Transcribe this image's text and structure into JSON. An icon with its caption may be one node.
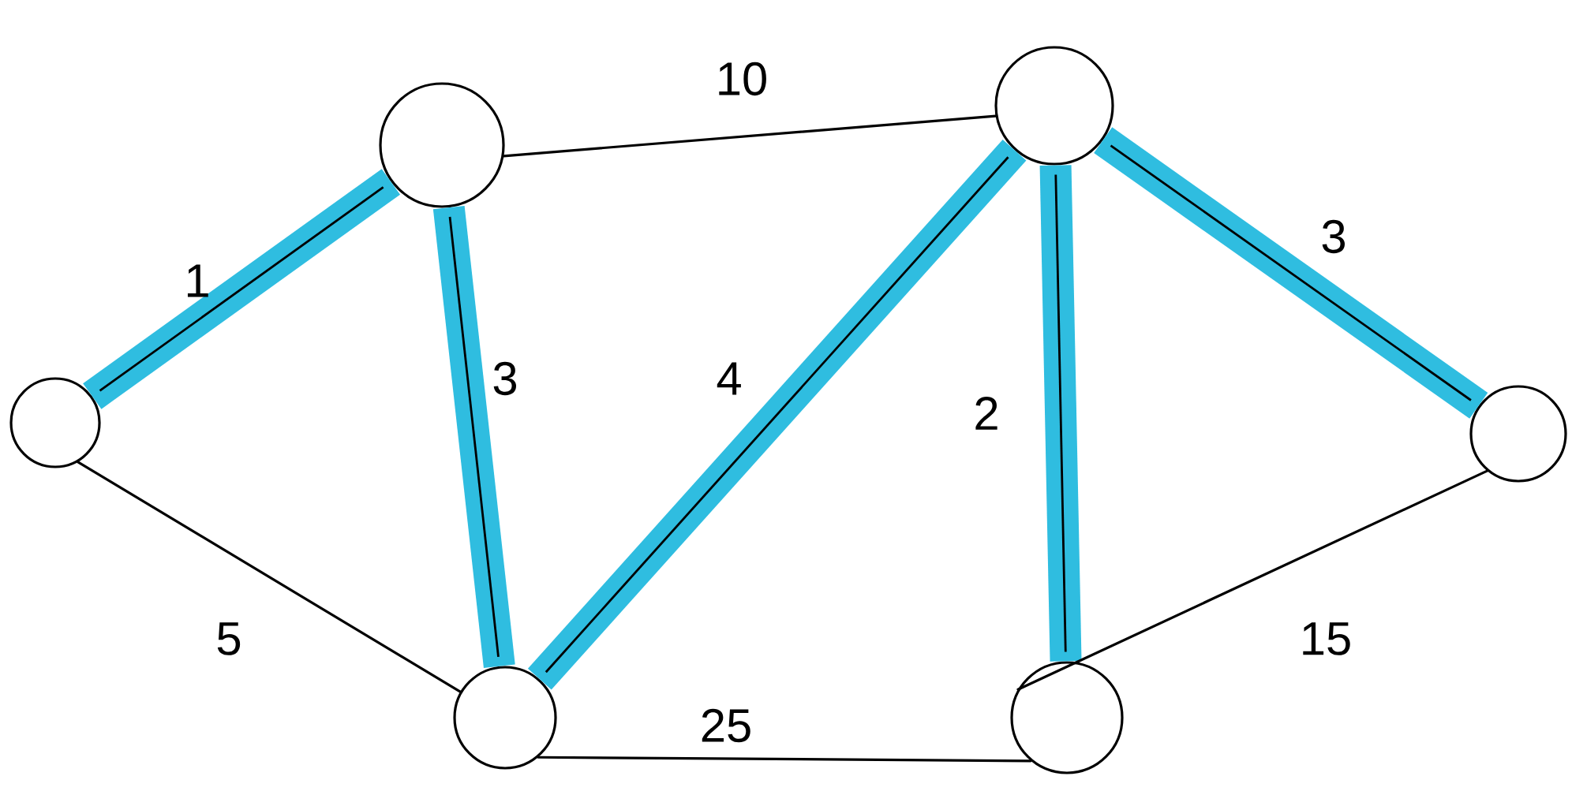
{
  "diagram": {
    "nodes": [
      {
        "text": [],
        "shape": "circle"
      },
      {
        "text": [],
        "shape": "circle"
      },
      {
        "text": [],
        "shape": "circle"
      },
      {
        "text": [],
        "shape": "circle"
      },
      {
        "text": [],
        "shape": "circle"
      },
      {
        "text": [],
        "shape": "circle"
      }
    ],
    "edges": [
      {
        "from": 0,
        "to": 1,
        "arrow": "none",
        "label": "1",
        "color": "#2fbde0"
      },
      {
        "from": 1,
        "to": 3,
        "arrow": "none",
        "label": "10",
        "color": "#000000"
      },
      {
        "from": 1,
        "to": 2,
        "arrow": "none",
        "label": "3",
        "color": "#2fbde0"
      },
      {
        "from": 2,
        "to": 3,
        "arrow": "none",
        "label": "4",
        "color": "#2fbde0"
      },
      {
        "from": 3,
        "to": 4,
        "arrow": "none",
        "label": "2",
        "color": "#2fbde0"
      },
      {
        "from": 3,
        "to": 5,
        "arrow": "none",
        "label": "3",
        "color": "#2fbde0"
      },
      {
        "from": 0,
        "to": 2,
        "arrow": "none",
        "label": "5",
        "color": "#000000"
      },
      {
        "from": 2,
        "to": 4,
        "arrow": "none",
        "label": "25",
        "color": "#000000"
      },
      {
        "from": 4,
        "to": 5,
        "arrow": "none",
        "label": "15",
        "color": "#000000"
      }
    ]
  }
}
